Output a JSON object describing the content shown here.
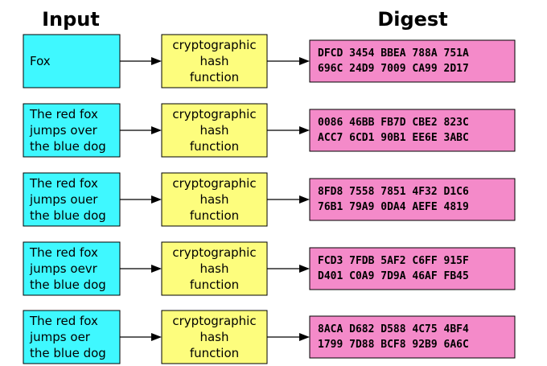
{
  "headings": {
    "input": "Input",
    "digest": "Digest"
  },
  "colors": {
    "input_box": "#3ff8ff",
    "hash_box": "#fdfd7d",
    "digest_box": "#f48ac9"
  },
  "rows": [
    {
      "input_lines": [
        "Fox"
      ],
      "hash_lines": [
        "cryptographic",
        "hash",
        "function"
      ],
      "digest_lines": [
        "DFCD 3454 BBEA 788A 751A",
        "696C 24D9 7009 CA99 2D17"
      ]
    },
    {
      "input_lines": [
        "The red fox",
        "jumps over",
        "the blue dog"
      ],
      "hash_lines": [
        "cryptographic",
        "hash",
        "function"
      ],
      "digest_lines": [
        "0086 46BB FB7D CBE2 823C",
        "ACC7 6CD1 90B1 EE6E 3ABC"
      ]
    },
    {
      "input_lines": [
        "The red fox",
        "jumps ouer",
        "the blue dog"
      ],
      "hash_lines": [
        "cryptographic",
        "hash",
        "function"
      ],
      "digest_lines": [
        "8FD8 7558 7851 4F32 D1C6",
        "76B1 79A9 0DA4 AEFE 4819"
      ]
    },
    {
      "input_lines": [
        "The red fox",
        "jumps oevr",
        "the blue dog"
      ],
      "hash_lines": [
        "cryptographic",
        "hash",
        "function"
      ],
      "digest_lines": [
        "FCD3 7FDB 5AF2 C6FF 915F",
        "D401 C0A9 7D9A 46AF FB45"
      ]
    },
    {
      "input_lines": [
        "The red fox",
        "jumps oer",
        "the blue dog"
      ],
      "hash_lines": [
        "cryptographic",
        "hash",
        "function"
      ],
      "digest_lines": [
        "8ACA D682 D588 4C75 4BF4",
        "1799 7D88 BCF8 92B9 6A6C"
      ]
    }
  ]
}
